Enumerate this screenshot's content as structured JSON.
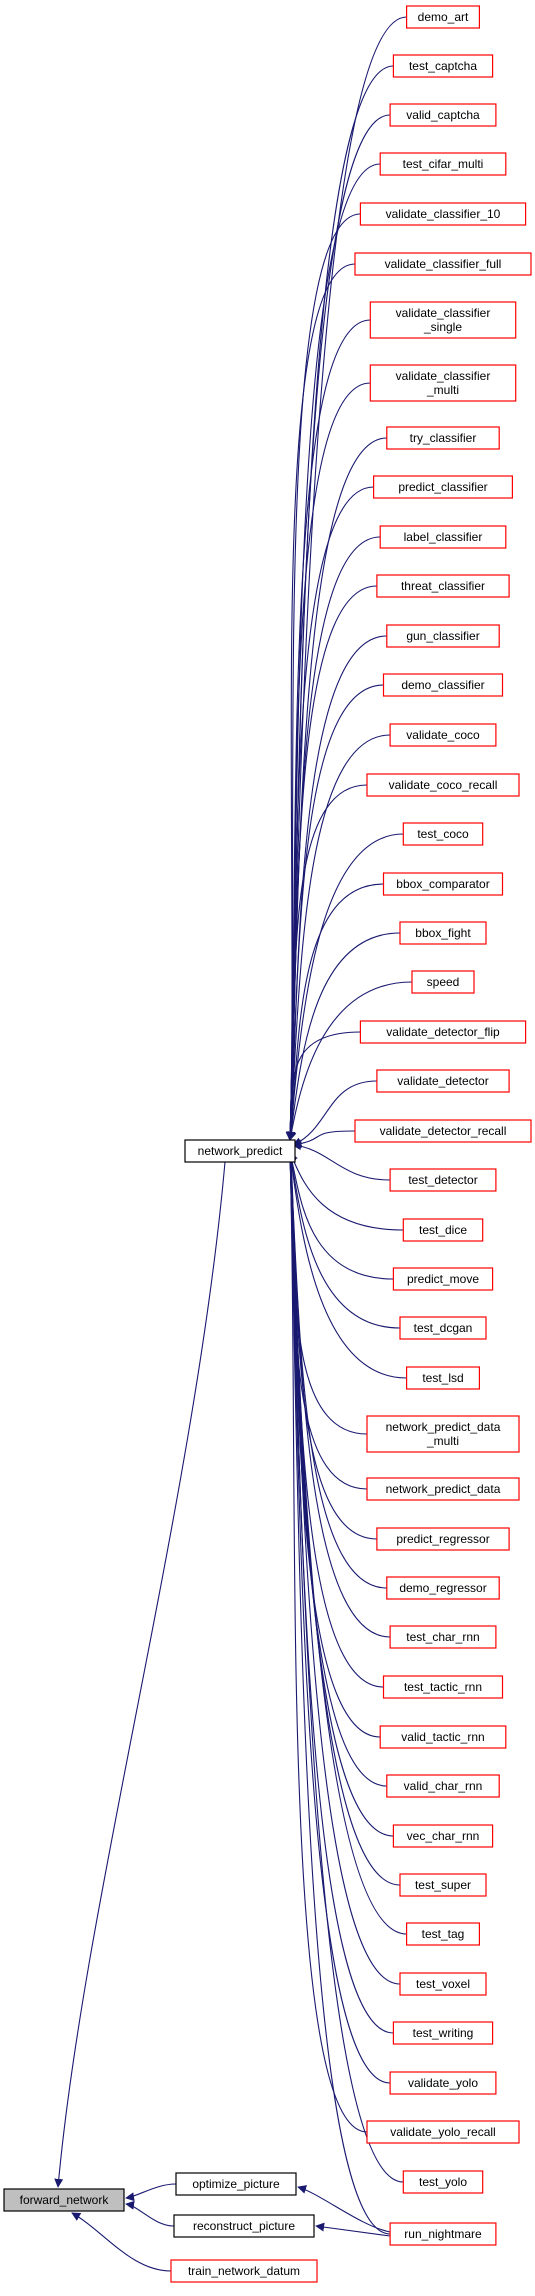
{
  "graph": {
    "root": "forward_network",
    "hub": "network_predict",
    "callers": [
      {
        "id": "demo_art",
        "lines": [
          "demo_art"
        ]
      },
      {
        "id": "test_captcha",
        "lines": [
          "test_captcha"
        ]
      },
      {
        "id": "valid_captcha",
        "lines": [
          "valid_captcha"
        ]
      },
      {
        "id": "test_cifar_multi",
        "lines": [
          "test_cifar_multi"
        ]
      },
      {
        "id": "validate_classifier_10",
        "lines": [
          "validate_classifier_10"
        ]
      },
      {
        "id": "validate_classifier_full",
        "lines": [
          "validate_classifier_full"
        ]
      },
      {
        "id": "validate_classifier_single",
        "lines": [
          "validate_classifier",
          "_single"
        ]
      },
      {
        "id": "validate_classifier_multi",
        "lines": [
          "validate_classifier",
          "_multi"
        ]
      },
      {
        "id": "try_classifier",
        "lines": [
          "try_classifier"
        ]
      },
      {
        "id": "predict_classifier",
        "lines": [
          "predict_classifier"
        ]
      },
      {
        "id": "label_classifier",
        "lines": [
          "label_classifier"
        ]
      },
      {
        "id": "threat_classifier",
        "lines": [
          "threat_classifier"
        ]
      },
      {
        "id": "gun_classifier",
        "lines": [
          "gun_classifier"
        ]
      },
      {
        "id": "demo_classifier",
        "lines": [
          "demo_classifier"
        ]
      },
      {
        "id": "validate_coco",
        "lines": [
          "validate_coco"
        ]
      },
      {
        "id": "validate_coco_recall",
        "lines": [
          "validate_coco_recall"
        ]
      },
      {
        "id": "test_coco",
        "lines": [
          "test_coco"
        ]
      },
      {
        "id": "bbox_comparator",
        "lines": [
          "bbox_comparator"
        ]
      },
      {
        "id": "bbox_fight",
        "lines": [
          "bbox_fight"
        ]
      },
      {
        "id": "speed",
        "lines": [
          "speed"
        ]
      },
      {
        "id": "validate_detector_flip",
        "lines": [
          "validate_detector_flip"
        ]
      },
      {
        "id": "validate_detector",
        "lines": [
          "validate_detector"
        ]
      },
      {
        "id": "validate_detector_recall",
        "lines": [
          "validate_detector_recall"
        ]
      },
      {
        "id": "test_detector",
        "lines": [
          "test_detector"
        ]
      },
      {
        "id": "test_dice",
        "lines": [
          "test_dice"
        ]
      },
      {
        "id": "predict_move",
        "lines": [
          "predict_move"
        ]
      },
      {
        "id": "test_dcgan",
        "lines": [
          "test_dcgan"
        ]
      },
      {
        "id": "test_lsd",
        "lines": [
          "test_lsd"
        ]
      },
      {
        "id": "network_predict_data_multi",
        "lines": [
          "network_predict_data",
          "_multi"
        ]
      },
      {
        "id": "network_predict_data",
        "lines": [
          "network_predict_data"
        ]
      },
      {
        "id": "predict_regressor",
        "lines": [
          "predict_regressor"
        ]
      },
      {
        "id": "demo_regressor",
        "lines": [
          "demo_regressor"
        ]
      },
      {
        "id": "test_char_rnn",
        "lines": [
          "test_char_rnn"
        ]
      },
      {
        "id": "test_tactic_rnn",
        "lines": [
          "test_tactic_rnn"
        ]
      },
      {
        "id": "valid_tactic_rnn",
        "lines": [
          "valid_tactic_rnn"
        ]
      },
      {
        "id": "valid_char_rnn",
        "lines": [
          "valid_char_rnn"
        ]
      },
      {
        "id": "vec_char_rnn",
        "lines": [
          "vec_char_rnn"
        ]
      },
      {
        "id": "test_super",
        "lines": [
          "test_super"
        ]
      },
      {
        "id": "test_tag",
        "lines": [
          "test_tag"
        ]
      },
      {
        "id": "test_voxel",
        "lines": [
          "test_voxel"
        ]
      },
      {
        "id": "test_writing",
        "lines": [
          "test_writing"
        ]
      },
      {
        "id": "validate_yolo",
        "lines": [
          "validate_yolo"
        ]
      },
      {
        "id": "validate_yolo_recall",
        "lines": [
          "validate_yolo_recall"
        ]
      },
      {
        "id": "test_yolo",
        "lines": [
          "test_yolo"
        ]
      },
      {
        "id": "run_nightmare",
        "lines": [
          "run_nightmare"
        ]
      }
    ],
    "middle_callers": [
      "optimize_picture",
      "reconstruct_picture",
      "train_network_datum"
    ],
    "colors": {
      "edge": "#191970",
      "caller_border": "#ff0000",
      "node_border": "#000000",
      "root_fill": "#bfbfbf"
    }
  }
}
